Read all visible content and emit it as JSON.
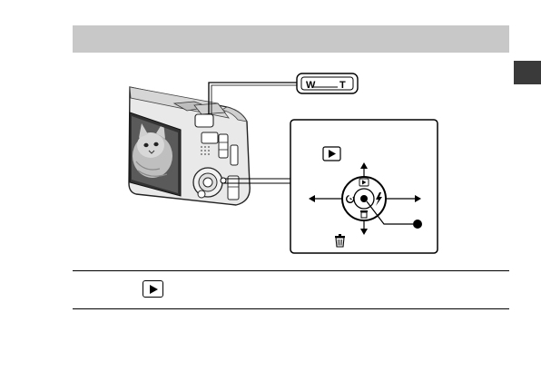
{
  "header": {
    "title": ""
  },
  "zoom_lever": {
    "wide_label": "W",
    "tele_label": "T"
  },
  "icons": {
    "play": "play-icon",
    "trash": "trash-icon",
    "self_timer": "self-timer-icon",
    "flash": "flash-icon",
    "center_button": "center-button-dot"
  },
  "colors": {
    "header_bar": "#c8c8c8",
    "side_tab": "#3a3a3a"
  }
}
